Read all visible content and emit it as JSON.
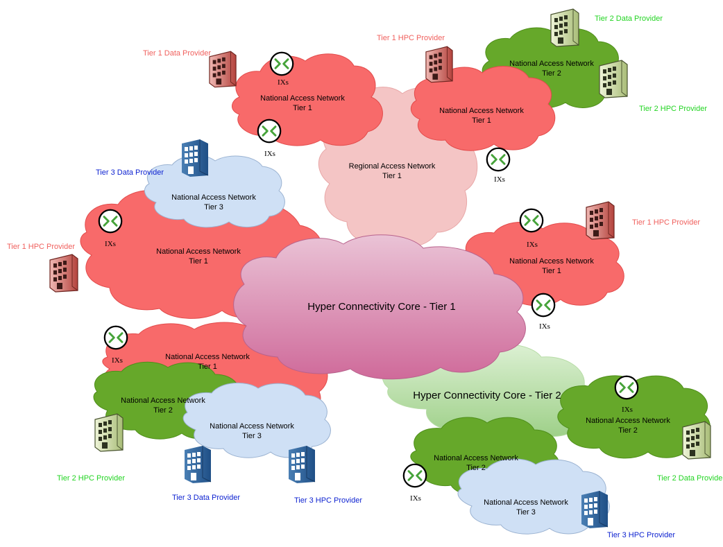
{
  "colors": {
    "tier1_national": "#f86a6a",
    "tier1_national_stroke": "#e24b4b",
    "tier2_national": "#66a82a",
    "tier2_national_stroke": "#4e8e1a",
    "tier3_national": "#cfe0f5",
    "tier3_national_stroke": "#9ab2d1",
    "regional": "#f4c5c5",
    "core1_top": "#eac3d6",
    "core1_bottom": "#cf6a9a",
    "core2_top": "#d8efcf",
    "core2_bottom": "#9ccf86",
    "label_tier1": "#f0605d",
    "label_tier2": "#22d422",
    "label_tier3": "#0a1fd0",
    "ix_green": "#46a33a"
  },
  "networks": {
    "core1": "Hyper Connectivity Core - Tier 1",
    "core2": "Hyper Connectivity Core - Tier 2",
    "regional": [
      "Regional Access Network",
      "Tier 1"
    ],
    "nan_t1_top": [
      "National Access Network",
      "Tier 1"
    ],
    "nan_t1_topright": [
      "National Access Network",
      "Tier 1"
    ],
    "nan_t2_topright": [
      "National Access Network",
      "Tier 2"
    ],
    "nan_t3_left": [
      "National Access Network",
      "Tier 3"
    ],
    "nan_t1_left": [
      "National Access Network",
      "Tier 1"
    ],
    "nan_t1_right": [
      "National Access Network",
      "Tier 1"
    ],
    "nan_t1_bottomleft": [
      "National Access Network",
      "Tier 1"
    ],
    "nan_t2_bottomleft": [
      "National Access Network",
      "Tier 2"
    ],
    "nan_t3_bottomleft": [
      "National Access Network",
      "Tier 3"
    ],
    "nan_t2_right": [
      "National Access Network",
      "Tier 2"
    ],
    "nan_t2_bottom": [
      "National Access Network",
      "Tier 2"
    ],
    "nan_t3_bottom": [
      "National Access Network",
      "Tier 3"
    ]
  },
  "ix_label": "IXs",
  "providers": {
    "t1_data_top": "Tier 1 Data Provider",
    "t1_hpc_top": "Tier 1 HPC Provider",
    "t2_data_top": "Tier 2 Data Provider",
    "t2_hpc_top": "Tier 2 HPC Provider",
    "t3_data_left": "Tier 3 Data Provider",
    "t1_hpc_left": "Tier 1 HPC Provider",
    "t1_hpc_right": "Tier 1 HPC Provider",
    "t2_hpc_bottomleft": "Tier 2 HPC Provider",
    "t3_data_bottom": "Tier 3 Data Provider",
    "t3_hpc_bottom": "Tier 3 HPC Provider",
    "t2_data_right": "Tier 2 Data Provide",
    "t3_hpc_bottomright": "Tier 3 HPC Provider"
  },
  "icons": {
    "ix": "router-ix-icon",
    "t1_building": "red-building-icon",
    "t2_building": "green-building-icon",
    "t3_building": "blue-building-icon"
  }
}
